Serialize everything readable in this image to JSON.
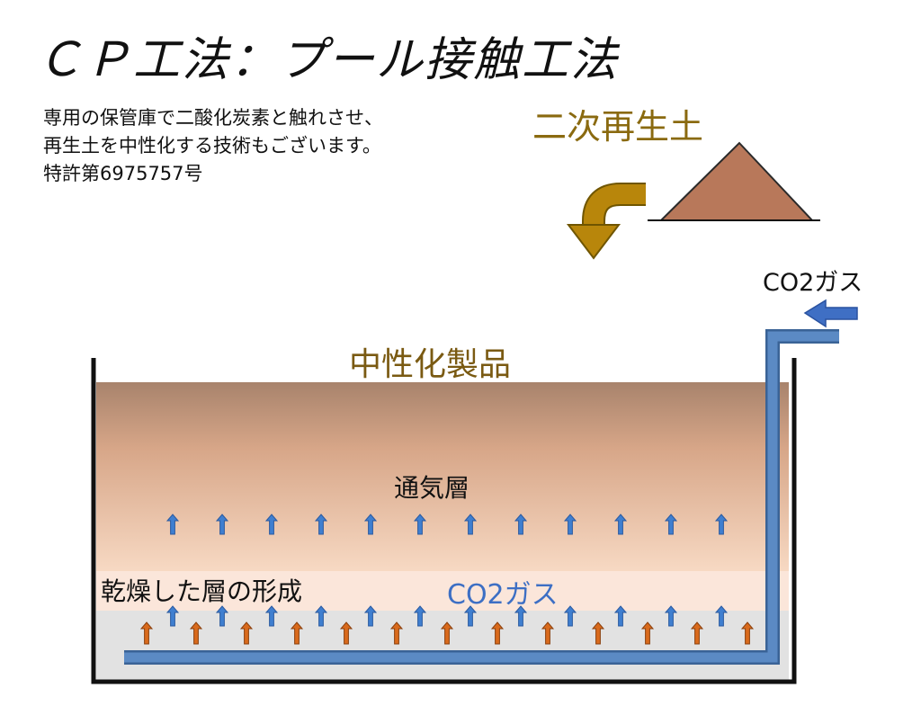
{
  "title": "ＣＰ工法：プール接触工法",
  "description": [
    "専用の保管庫で二酸化炭素と触れさせ、",
    "再生土を中性化する技術もございます。",
    "特許第6975757号"
  ],
  "labels": {
    "secondary_soil": "二次再生土",
    "co2_gas_inlet": "CO2ガス",
    "neutralized_product": "中性化製品",
    "aeration_layer": "通気層",
    "dry_layer": "乾燥した層の形成",
    "co2_gas_inner": "CO2ガス"
  },
  "colors": {
    "soil_pile": "#b8785a",
    "feed_arrow": "#b8860b",
    "gas_pipe": "#4a7fc1",
    "gas_arrow_blue": "#3f7fd0",
    "gas_arrow_orange": "#d96a1c",
    "soil_top": "#a8836c",
    "soil_bottom": "#f6d2b8",
    "dry_band": "#fbe6da",
    "bottom_band": "#e2e2e2"
  },
  "icons": {
    "feed_arrow": "curved-down-arrow-icon",
    "inlet_arrow": "left-arrow-icon",
    "gas_arrows": "up-arrow-icon"
  }
}
